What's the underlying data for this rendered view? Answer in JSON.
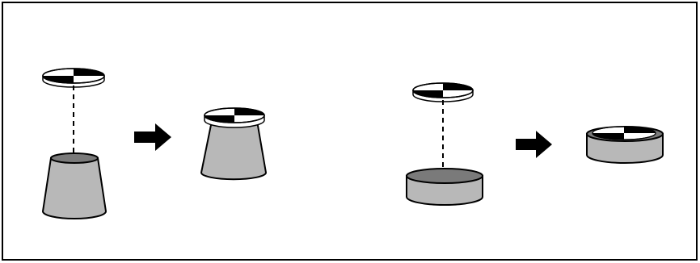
{
  "diagram": {
    "colors": {
      "background": "#ffffff",
      "border": "#000000",
      "body_fill": "#b8b8b8",
      "top_fill": "#7a7a7a",
      "marker_white": "#ffffff",
      "marker_black": "#000000",
      "arrow": "#000000"
    },
    "panels": [
      {
        "name": "cone-placement",
        "before": {
          "marker": "checker-disc-icon",
          "base": "truncated-cone-icon",
          "connector": "dashed-line"
        },
        "transition": "right-arrow-icon",
        "after": {
          "composite": "disc-on-cone-icon"
        }
      },
      {
        "name": "disk-placement",
        "before": {
          "marker": "checker-disc-icon",
          "base": "flat-cylinder-icon",
          "connector": "dashed-line"
        },
        "transition": "right-arrow-icon",
        "after": {
          "composite": "disc-in-cylinder-icon"
        }
      }
    ]
  }
}
